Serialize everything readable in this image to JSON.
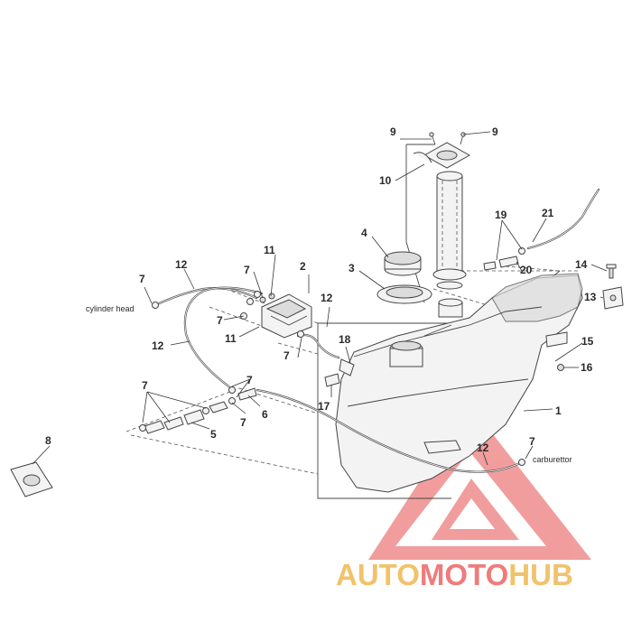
{
  "diagram": {
    "callouts": [
      {
        "id": "c1",
        "text": "1"
      },
      {
        "id": "c2",
        "text": "2"
      },
      {
        "id": "c3",
        "text": "3"
      },
      {
        "id": "c4",
        "text": "4"
      },
      {
        "id": "c5",
        "text": "5"
      },
      {
        "id": "c6",
        "text": "6"
      },
      {
        "id": "c7a",
        "text": "7"
      },
      {
        "id": "c7b",
        "text": "7"
      },
      {
        "id": "c7c",
        "text": "7"
      },
      {
        "id": "c7d",
        "text": "7"
      },
      {
        "id": "c7e",
        "text": "7"
      },
      {
        "id": "c7f",
        "text": "7"
      },
      {
        "id": "c7g",
        "text": "7"
      },
      {
        "id": "c7h",
        "text": "7"
      },
      {
        "id": "c8",
        "text": "8"
      },
      {
        "id": "c9a",
        "text": "9"
      },
      {
        "id": "c9b",
        "text": "9"
      },
      {
        "id": "c10",
        "text": "10"
      },
      {
        "id": "c11a",
        "text": "11"
      },
      {
        "id": "c11b",
        "text": "11"
      },
      {
        "id": "c12a",
        "text": "12"
      },
      {
        "id": "c12b",
        "text": "12"
      },
      {
        "id": "c12c",
        "text": "12"
      },
      {
        "id": "c12d",
        "text": "12"
      },
      {
        "id": "c13",
        "text": "13"
      },
      {
        "id": "c14",
        "text": "14"
      },
      {
        "id": "c15",
        "text": "15"
      },
      {
        "id": "c16",
        "text": "16"
      },
      {
        "id": "c17",
        "text": "17"
      },
      {
        "id": "c18",
        "text": "18"
      },
      {
        "id": "c19",
        "text": "19"
      },
      {
        "id": "c20",
        "text": "20"
      },
      {
        "id": "c21",
        "text": "21"
      }
    ],
    "labels": {
      "cylinder_head": "cylinder head",
      "carburettor": "carburettor"
    }
  },
  "watermark": {
    "part1": "AUTO",
    "part2": "MOTO",
    "part3": "HUB",
    "colors": {
      "gold": "#f2c26b",
      "red": "#ef7b7b"
    }
  }
}
